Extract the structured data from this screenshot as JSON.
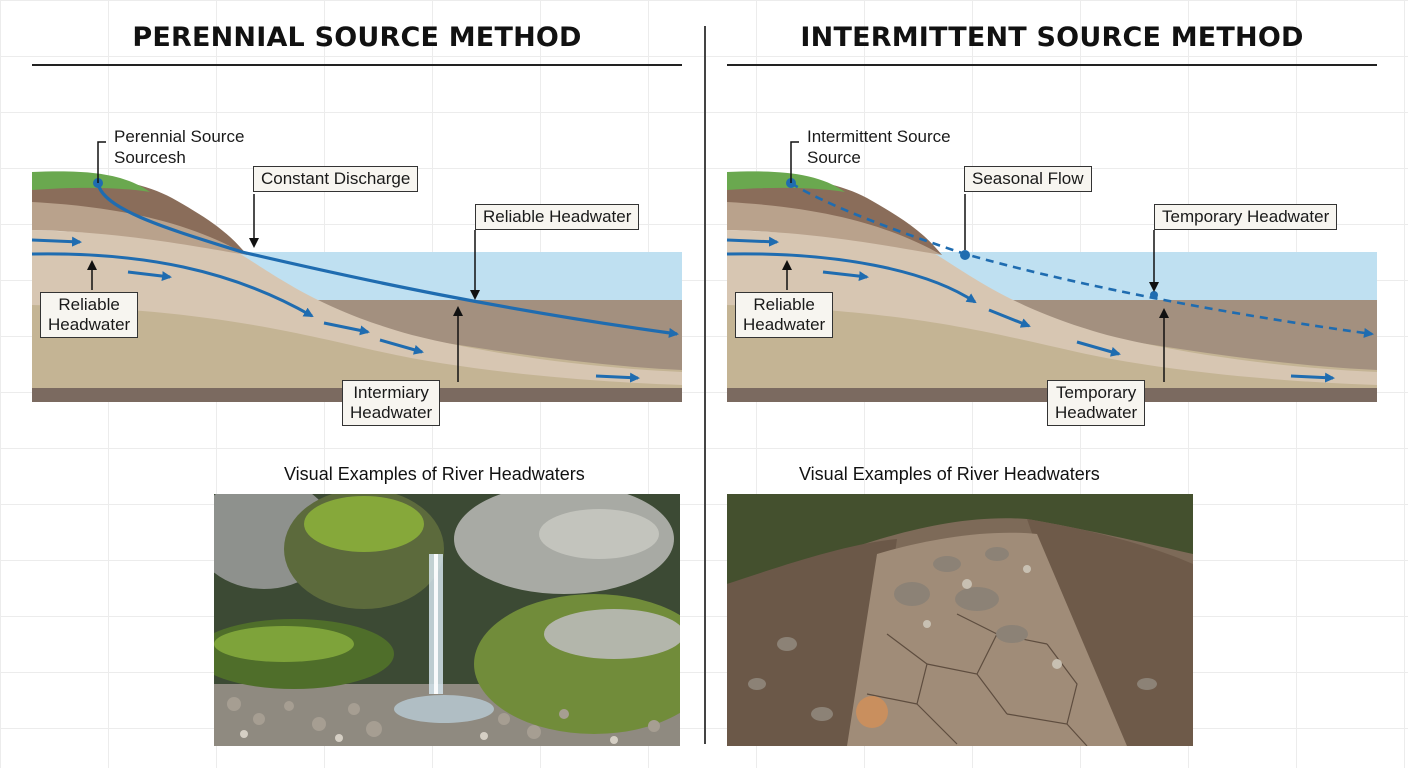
{
  "panels": [
    {
      "title": "PERENNIAL SOURCE METHOD",
      "source_label_line1": "Perennial Source",
      "source_label_line2": "Sourcesh",
      "flow_label": "Constant Discharge",
      "headwater_label_right": "Reliable Headwater",
      "headwater_label_left_line1": "Reliable",
      "headwater_label_left_line2": "Headwater",
      "headwater_label_bottom_line1": "Intermiary",
      "headwater_label_bottom_line2": "Headwater",
      "examples_caption": "Visual Examples of River Headwaters",
      "photo_name": "mossy-waterfall-photo",
      "stream_style": "solid"
    },
    {
      "title": "INTERMITTENT SOURCE METHOD",
      "source_label_line1": "Intermittent Source",
      "source_label_line2": "Source",
      "flow_label": "Seasonal Flow",
      "headwater_label_right": "Temporary Headwater",
      "headwater_label_left_line1": "Reliable",
      "headwater_label_left_line2": "Headwater",
      "headwater_label_bottom_line1": "Temporary",
      "headwater_label_bottom_line2": "Headwater",
      "examples_caption": "Visual Examples of River Headwaters",
      "photo_name": "dry-cracked-streambed-photo",
      "stream_style": "dashed"
    }
  ],
  "colors": {
    "grass": "#6aa84f",
    "soil_dark": "#8a6d5a",
    "soil_mid": "#b9a28c",
    "soil_light": "#d7c6b2",
    "sand": "#c4b494",
    "bedrock": "#7b6a60",
    "water": "#bfe0f1",
    "stream": "#1f6cb0"
  }
}
